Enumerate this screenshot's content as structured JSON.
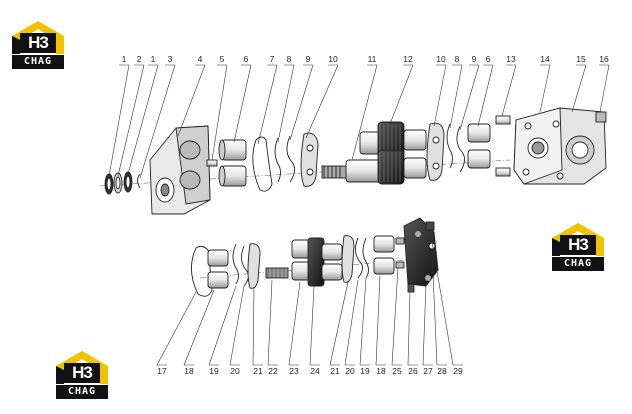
{
  "logo": {
    "mark": "H3",
    "brand": "CHAG"
  },
  "callouts_top": [
    "1",
    "2",
    "1",
    "3",
    "4",
    "5",
    "6",
    "7",
    "8",
    "9",
    "10",
    "11",
    "12",
    "10",
    "8",
    "9",
    "6",
    "13",
    "14",
    "15",
    "16"
  ],
  "callouts_bottom": [
    "17",
    "18",
    "19",
    "20",
    "21",
    "22",
    "23",
    "24",
    "21",
    "20",
    "19",
    "18",
    "25",
    "26",
    "27",
    "28",
    "29"
  ],
  "colors": {
    "line": "#222222",
    "logo_yellow": "#f2c200",
    "logo_black": "#111111",
    "shade": "#d8d8d8"
  }
}
